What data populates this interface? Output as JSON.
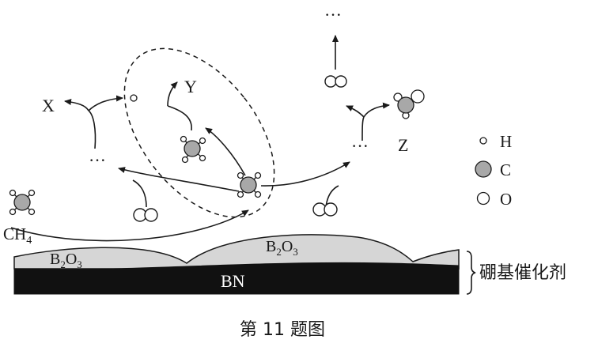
{
  "labels": {
    "x": "X",
    "y": "Y",
    "z": "Z",
    "ch4": "CH",
    "ch4_sub": "4",
    "b2o3_left": [
      "B",
      "2",
      "O",
      "3"
    ],
    "b2o3_mid": [
      "B",
      "2",
      "O",
      "3"
    ],
    "bn": "BN",
    "catalyst": "硼基催化剂",
    "dots": "···",
    "caption": "第 11 题图"
  },
  "legend": [
    {
      "atom": "H",
      "label": "H"
    },
    {
      "atom": "C",
      "label": "C"
    },
    {
      "atom": "O",
      "label": "O"
    }
  ],
  "colors": {
    "ink": "#1a1a1a",
    "carbon": "#a8a8a8",
    "b2o3_layer": "#d6d6d6",
    "bn_layer": "#111111"
  }
}
